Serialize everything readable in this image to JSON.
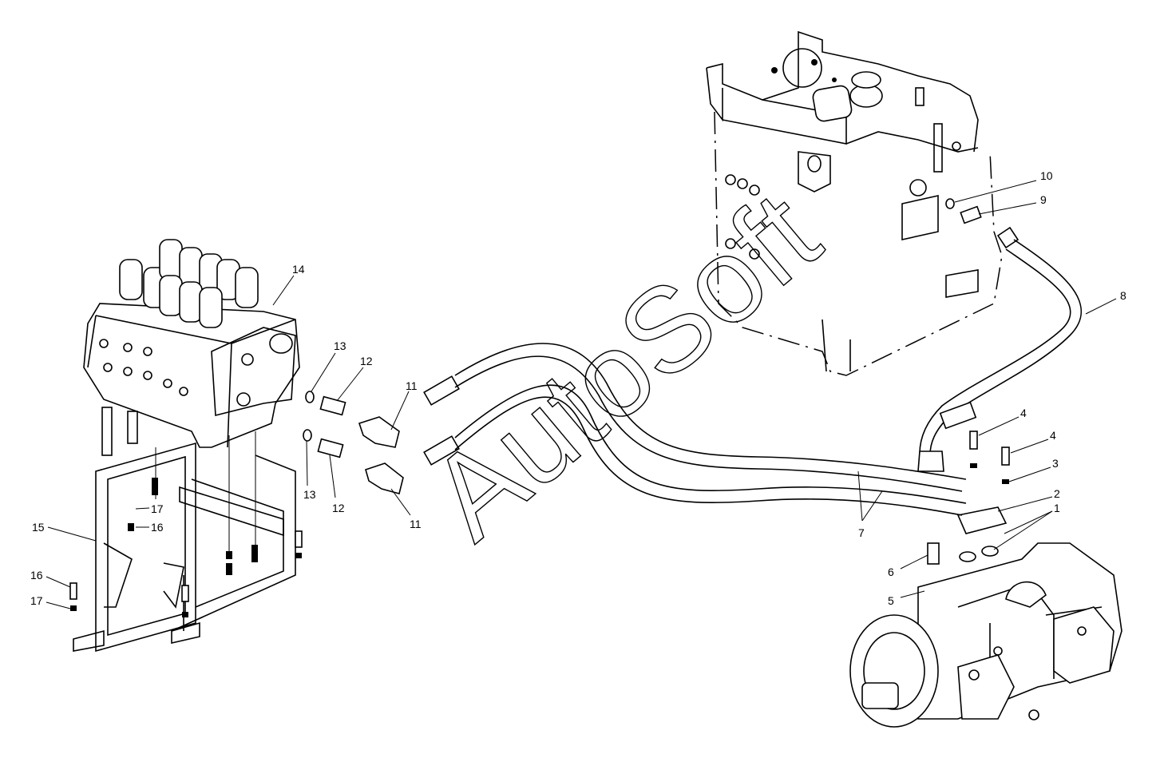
{
  "diagram": {
    "watermark": "AutoSoft",
    "callouts": [
      "14",
      "13",
      "12",
      "11",
      "13",
      "12",
      "11",
      "10",
      "9",
      "8",
      "4",
      "4",
      "3",
      "2",
      "1",
      "7",
      "6",
      "5",
      "15",
      "17",
      "16",
      "16",
      "17"
    ]
  }
}
